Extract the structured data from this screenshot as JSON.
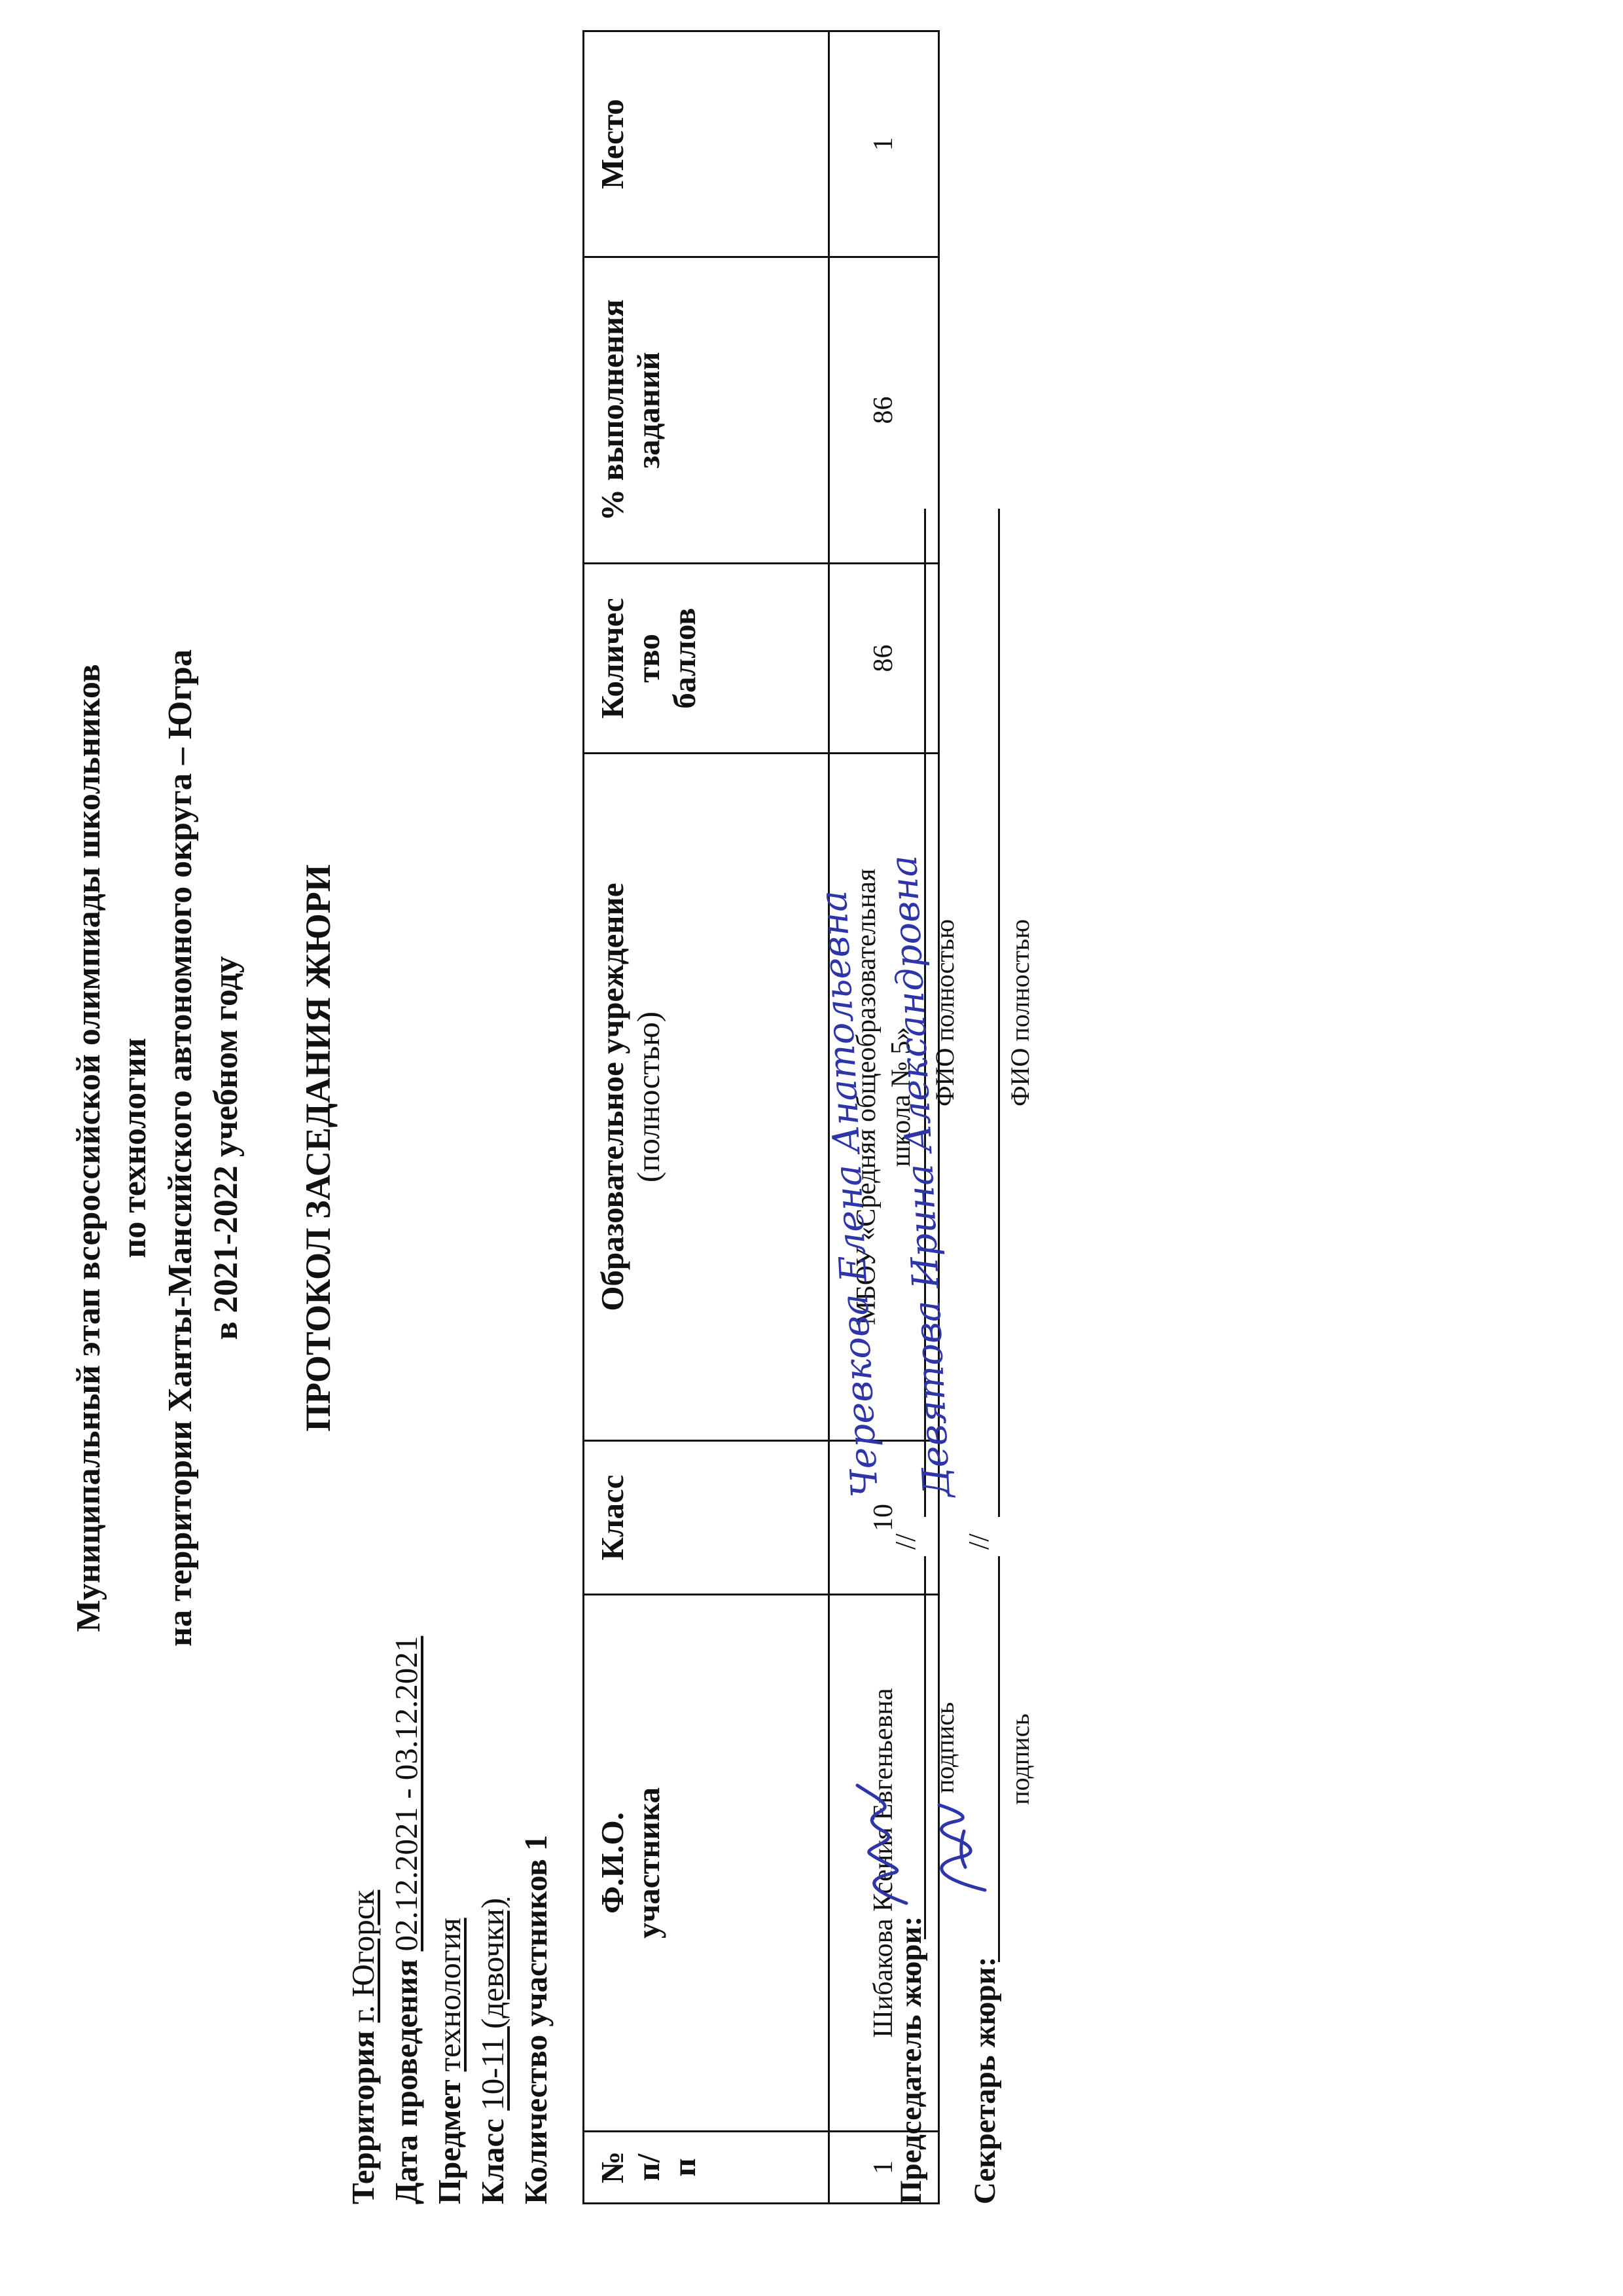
{
  "header": {
    "line1": "Муниципальный этап всероссийской олимпиады школьников",
    "line2": "по технологии",
    "line3": "на территории Ханты-Мансийского автономного округа – Югра",
    "line4": "в 2021-2022 учебном году"
  },
  "title": "ПРОТОКОЛ ЗАСЕДАНИЯ ЖЮРИ",
  "meta": {
    "territory_label": "Территория",
    "territory_value": "г. Югорск",
    "date_label": "Дата проведения",
    "date_value": "02.12.2021 - 03.12.2021",
    "subject_label": "Предмет",
    "subject_value": "технология",
    "class_label": "Класс",
    "class_value": "10-11 (девочки)",
    "count_label": "Количество участников",
    "count_value": "1"
  },
  "table": {
    "headers": {
      "num": [
        "№",
        "п/",
        "п"
      ],
      "fio": [
        "Ф.И.О.",
        "участника"
      ],
      "class": "Класс",
      "school": "Образовательное учреждение",
      "school_sub": "(полностью)",
      "score": [
        "Количес",
        "тво",
        "баллов"
      ],
      "percent": [
        "% выполнения",
        "заданий"
      ],
      "place": "Место"
    },
    "rows": [
      {
        "num": "1",
        "fio": "Шибакова Ксения Евгеньевна",
        "class": "10",
        "school_line1": "МБОУ «Средняя общеобразовательная",
        "school_line2": "школа № 5»",
        "score": "86",
        "percent": "86",
        "place": "1"
      }
    ]
  },
  "signatures": {
    "chair_label": "Председатель жюри:",
    "chair_name": "Черевкова Елена Анатольевна",
    "secretary_label": "Секретарь жюри:",
    "secretary_name": "Девятова Ирина Александровна",
    "signature_caption": "подпись",
    "fio_caption": "ФИО полностью",
    "separator": "//"
  },
  "colors": {
    "ink": "#111111",
    "handwriting": "#2e35a8"
  }
}
